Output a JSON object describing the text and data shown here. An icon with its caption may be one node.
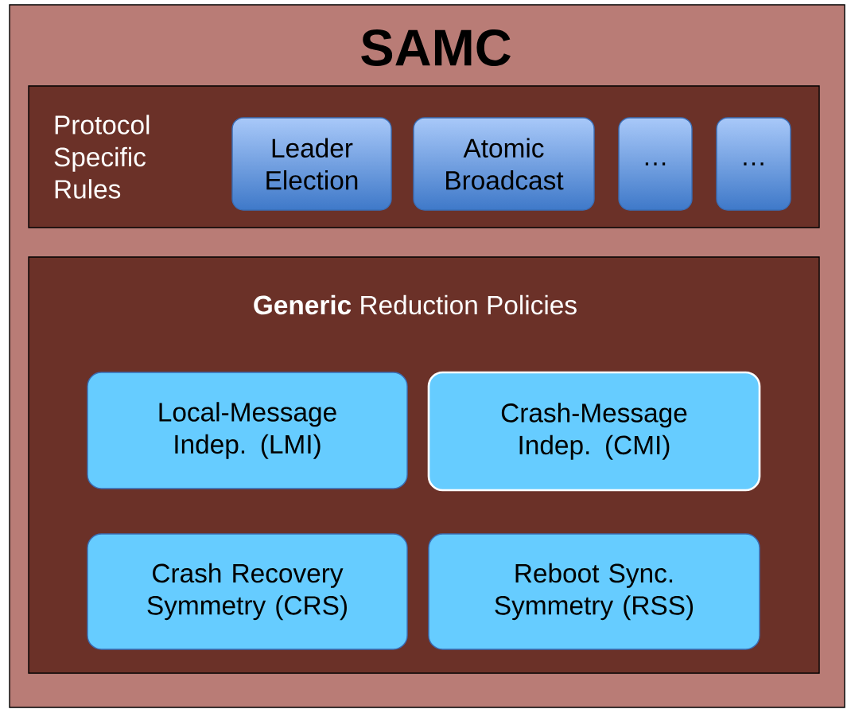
{
  "diagram": {
    "nodes": [
      {
        "text": [
          "SAMC"
        ]
      },
      {
        "text": [
          "Protocol Specific Rules"
        ],
        "in": 0
      },
      {
        "text": [
          "Leader Election"
        ],
        "in": 1
      },
      {
        "text": [
          "Atomic Broadcast"
        ],
        "in": 1
      },
      {
        "text": [
          "…"
        ],
        "in": 1
      },
      {
        "text": [
          "…"
        ],
        "in": 1
      },
      {
        "text": [
          "**Generic** Reduction Policies"
        ],
        "in": 0
      },
      {
        "text": [
          "Local-Message Indep. (LMI)"
        ],
        "in": 6
      },
      {
        "text": [
          "Crash-Message Indep. (CMI)"
        ],
        "in": 6
      },
      {
        "text": [
          "Crash Recovery Symmetry (CRS)"
        ],
        "in": 6
      },
      {
        "text": [
          "Reboot Sync. Symmetry (RSS)"
        ],
        "in": 6
      }
    ]
  }
}
